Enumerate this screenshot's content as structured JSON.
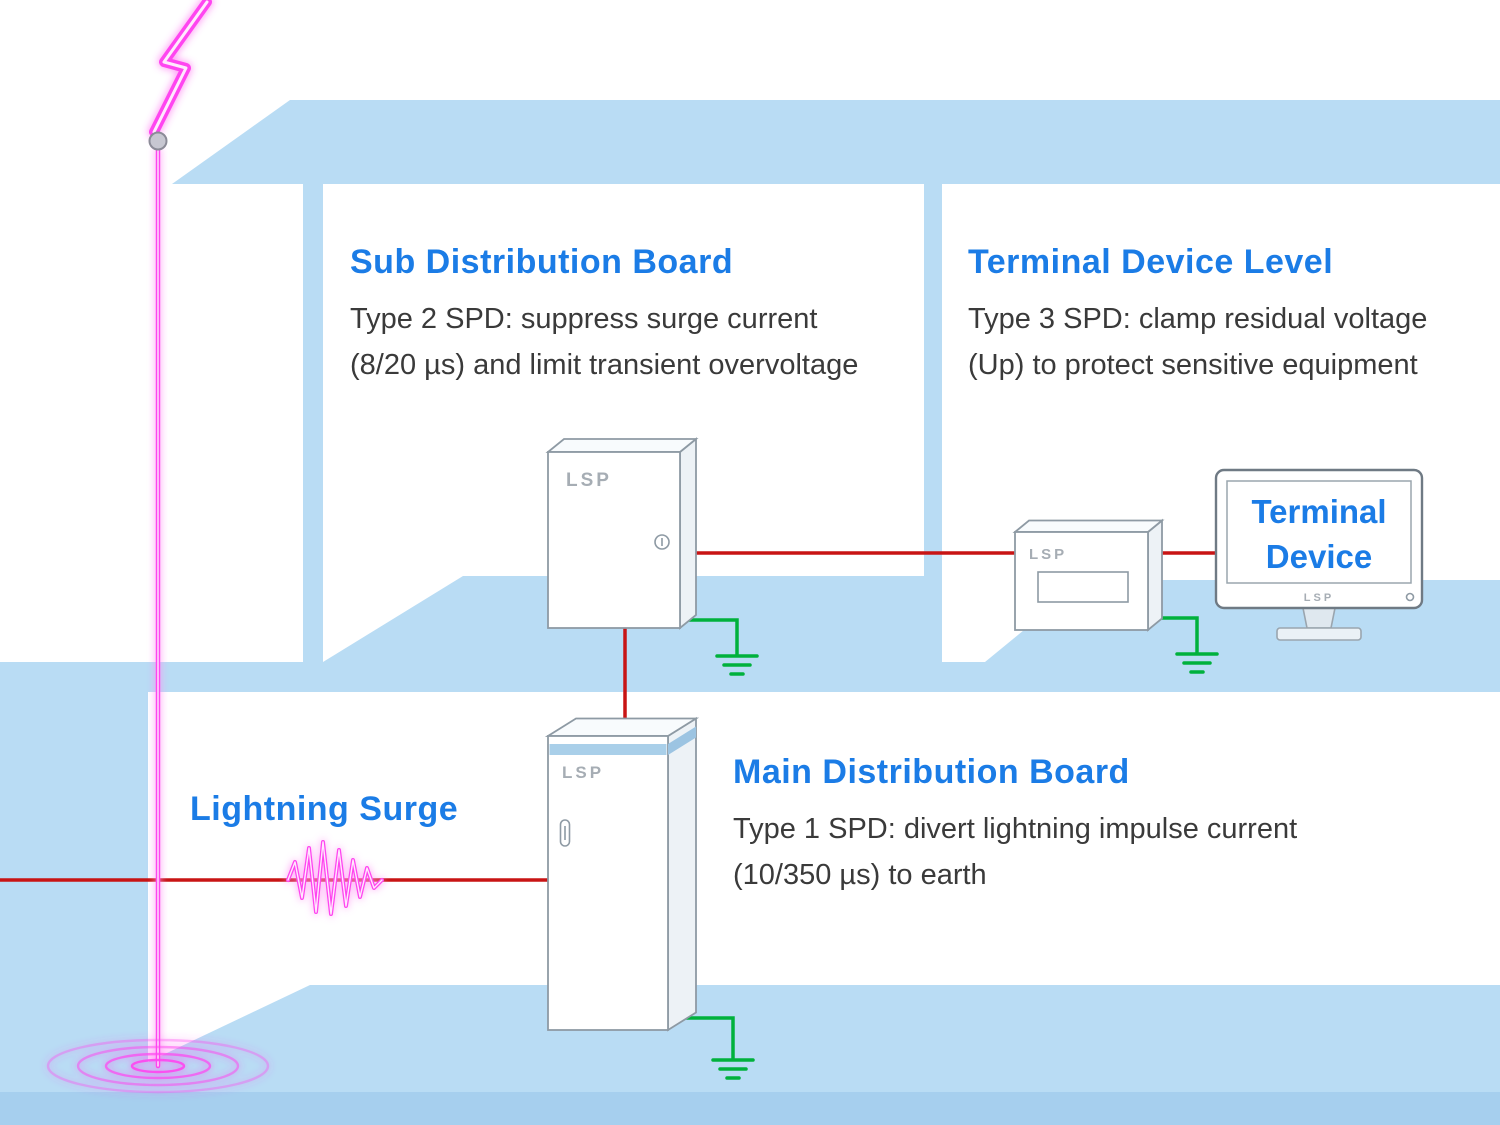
{
  "brand": "LSP",
  "labels": {
    "sub_board": {
      "title": "Sub Distribution Board",
      "line1": "Type 2 SPD: suppress surge current",
      "line2": "(8/20 µs) and limit transient overvoltage"
    },
    "terminal_level": {
      "title": "Terminal Device Level",
      "line1": "Type 3 SPD: clamp residual voltage",
      "line2": "(Up) to protect sensitive equipment"
    },
    "main_board": {
      "title": "Main Distribution Board",
      "line1": "Type 1 SPD: divert lightning impulse current",
      "line2": "(10/350 µs) to earth"
    },
    "lightning_surge": "Lightning Surge",
    "terminal_device": {
      "line1": "Terminal",
      "line2": "Device"
    }
  },
  "colors": {
    "heading_blue": "#1b7ce6",
    "body_text": "#3a3a3a",
    "building_blue": "#b9dcf4",
    "building_blue_dark": "#a6cfee",
    "wire_red": "#c81414",
    "earth_green": "#00b13c",
    "surge_magenta": "#ff44f0",
    "device_outline": "#8e9aa4",
    "brand_grey": "#a6adb4"
  }
}
